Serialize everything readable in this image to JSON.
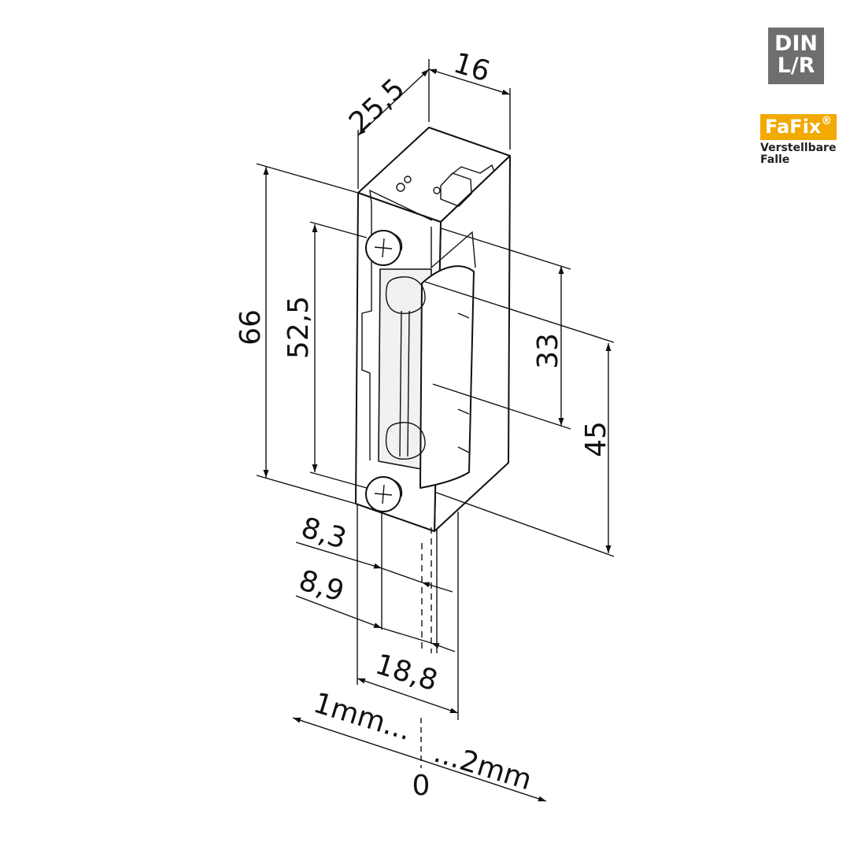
{
  "badge": {
    "line1": "DIN",
    "line2": "L/R"
  },
  "fafix": {
    "logo": "FaFix",
    "registered": "®",
    "caption_line1": "Verstellbare",
    "caption_line2": "Falle"
  },
  "dimensions": {
    "width_25_5": "25,5",
    "width_16": "16",
    "height_66": "66",
    "height_52_5": "52,5",
    "height_33": "33",
    "height_45": "45",
    "offset_8_3": "8,3",
    "offset_8_9": "8,9",
    "width_18_8": "18,8"
  },
  "adjustment": {
    "left": "1mm...",
    "right": "...2mm",
    "zero": "0"
  }
}
